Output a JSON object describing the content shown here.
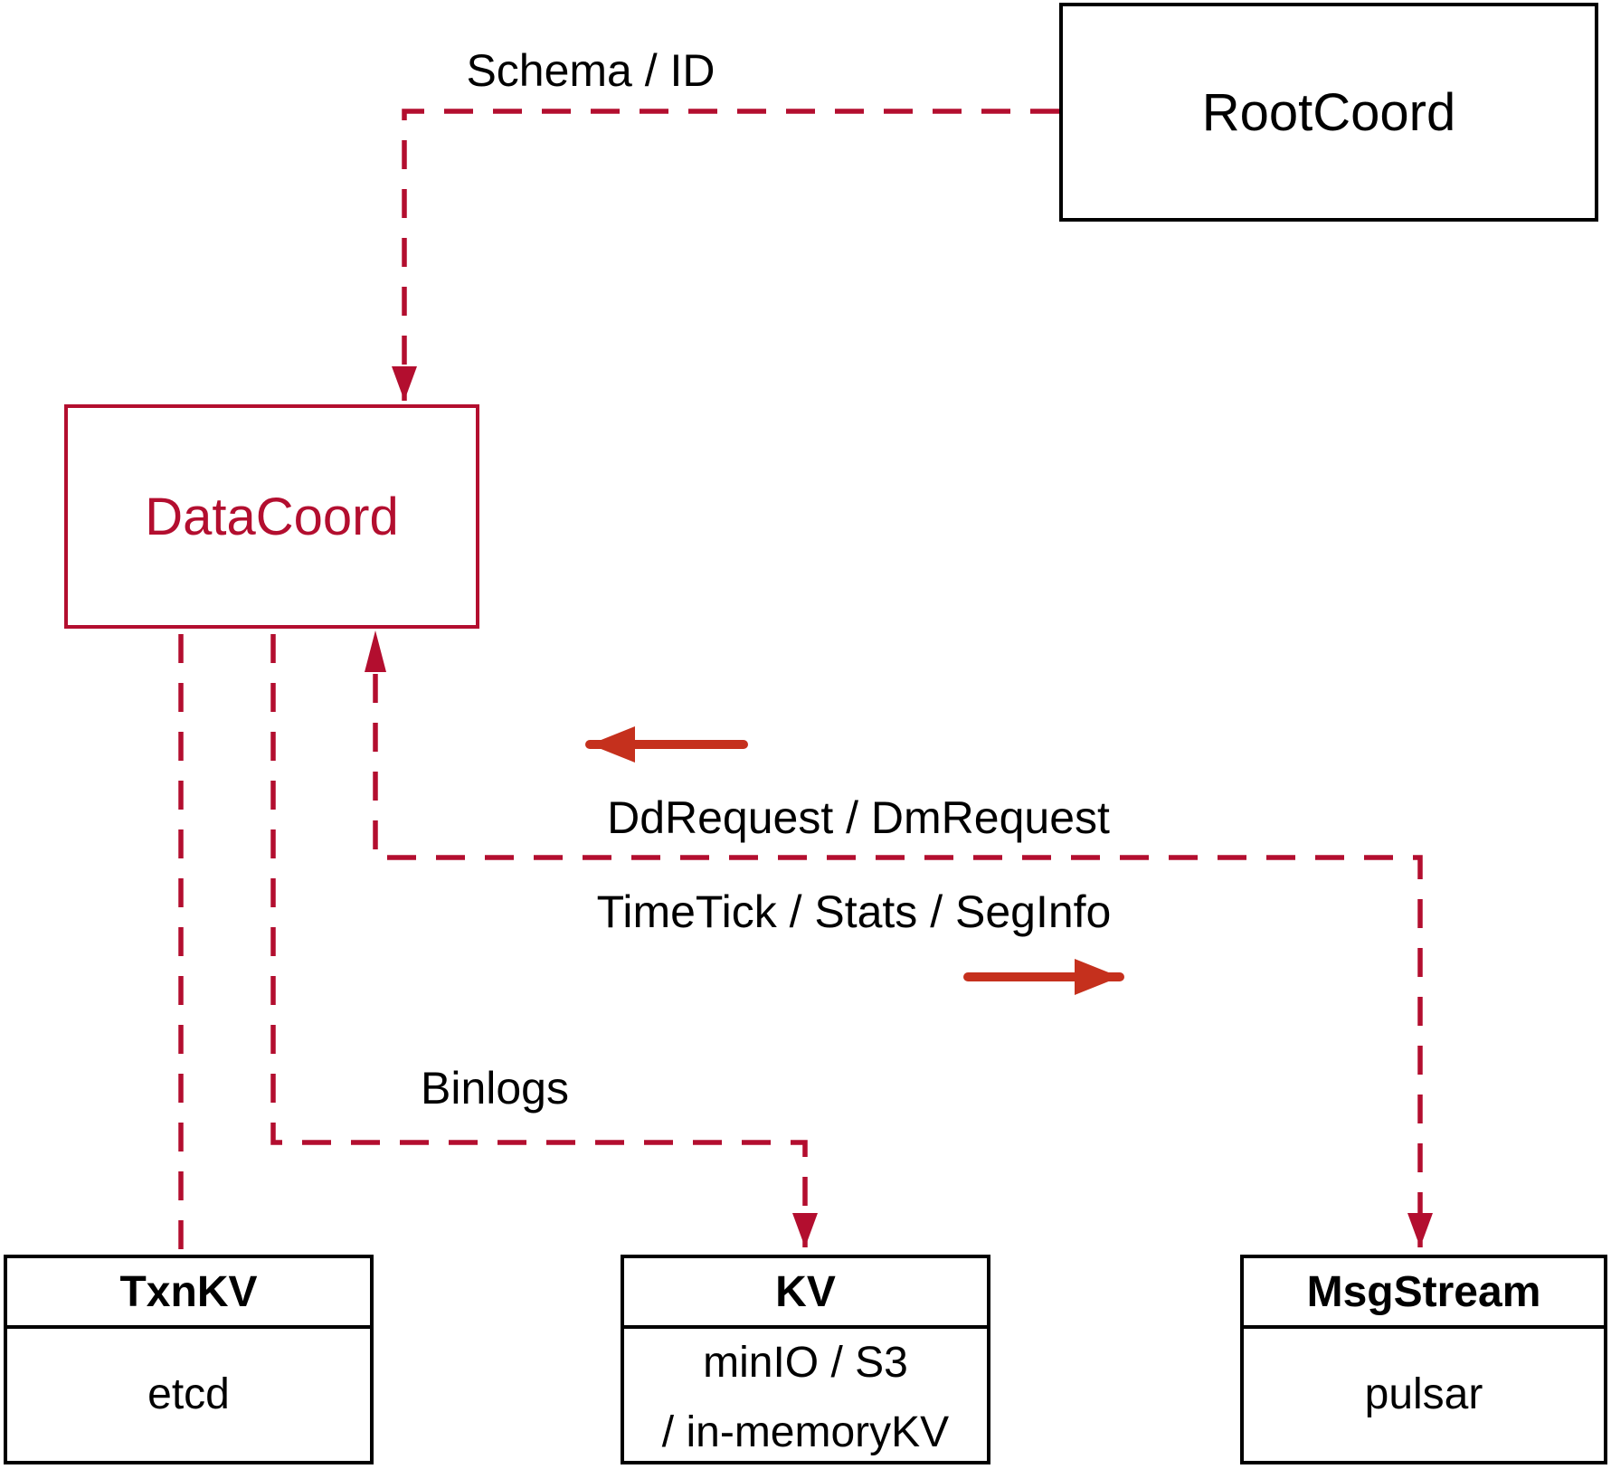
{
  "nodes": {
    "rootcoord": {
      "label": "RootCoord"
    },
    "datacoord": {
      "label": "DataCoord"
    },
    "txnkv": {
      "title": "TxnKV",
      "impl": "etcd"
    },
    "kv": {
      "title": "KV",
      "impl_line1": "minIO / S3",
      "impl_line2": "/ in-memoryKV"
    },
    "msgstream": {
      "title": "MsgStream",
      "impl": "pulsar"
    }
  },
  "edge_labels": {
    "schema_id": "Schema / ID",
    "dd_dm_request": "DdRequest / DmRequest",
    "timetick_stats_seginfo": "TimeTick / Stats / SegInfo",
    "binlogs": "Binlogs"
  },
  "colors": {
    "dashed_connector_red": "#B30E2F",
    "solid_arrow_red": "#C5301D",
    "box_border_black": "#000000"
  }
}
